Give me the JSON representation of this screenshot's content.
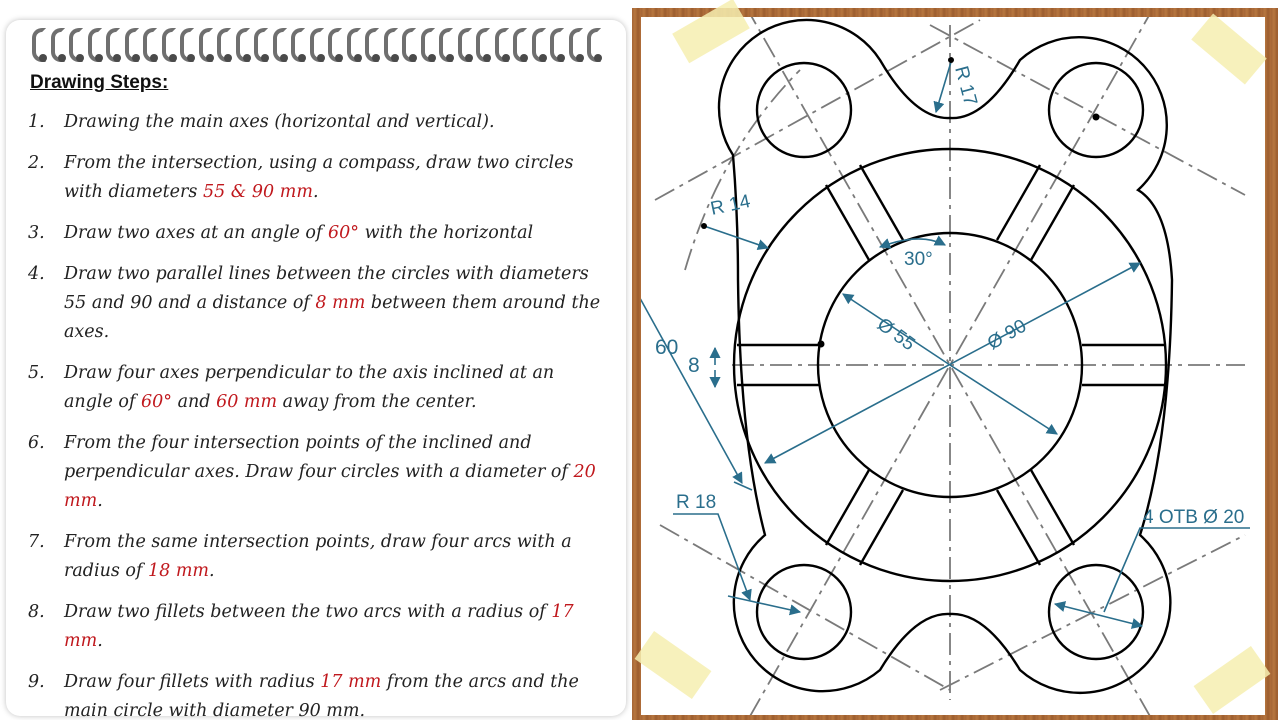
{
  "steps_title": "Drawing Steps:",
  "steps": [
    {
      "num": "1.",
      "text": "Drawing the main axes (horizontal and vertical).",
      "highlight": []
    },
    {
      "num": "2.",
      "text": "From the intersection, using a compass, draw two circles with diameters 55 & 90 mm.",
      "highlight": [
        "55 & 90 mm"
      ]
    },
    {
      "num": "3.",
      "text": "Draw two axes at an angle of 60° with the horizontal",
      "highlight": [
        "60°"
      ]
    },
    {
      "num": "4.",
      "text": "Draw two parallel lines between the circles with diameters 55 and 90 and a distance of 8 mm between them around the axes.",
      "highlight": [
        "8 mm"
      ]
    },
    {
      "num": "5.",
      "text": "Draw four axes perpendicular to the axis inclined at an angle of 60° and 60 mm away from the center.",
      "highlight": [
        "60°",
        "60 mm"
      ]
    },
    {
      "num": "6.",
      "text": "From the four intersection points of the inclined and perpendicular axes. Draw four circles with a diameter of 20 mm.",
      "highlight": [
        "20 mm"
      ]
    },
    {
      "num": "7.",
      "text": "From the same intersection points, draw four arcs with a radius of 18 mm.",
      "highlight": [
        "18 mm"
      ]
    },
    {
      "num": "8.",
      "text": "Draw  two fillets between the two arcs with a radius of 17 mm.",
      "highlight": [
        "17 mm"
      ]
    },
    {
      "num": "9.",
      "text": "Draw four fillets with radius 17 mm from the arcs and the main circle with diameter 90 mm.",
      "highlight": [
        "17 mm"
      ]
    }
  ],
  "drawing": {
    "dim_r17": "R 17",
    "dim_r14": "R 14",
    "dim_r18": "R 18",
    "dim_angle": "30°",
    "dim_d55": "Ø 55",
    "dim_d90": "Ø 90",
    "dim_60": "60",
    "dim_8": "8",
    "dim_holes": "4 ОТВ Ø  20"
  },
  "colors": {
    "dimension": "#2a6e8c",
    "highlight": "#c0181d",
    "outline": "#000000",
    "axis": "#7a7a7a",
    "wood": "#a56637"
  }
}
